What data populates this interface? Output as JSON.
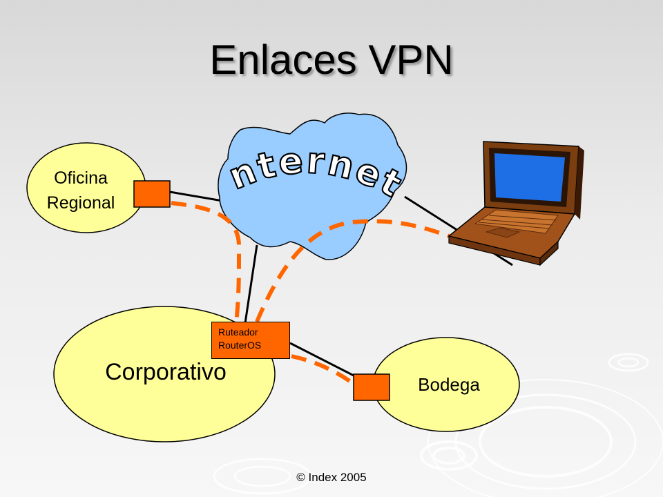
{
  "title": "Enlaces VPN",
  "nodes": {
    "oficina": {
      "line1": "Oficina",
      "line2": "Regional"
    },
    "corporativo": "Corporativo",
    "bodega": "Bodega",
    "internet": "Internet",
    "router": {
      "line1": "Ruteador",
      "line2": "RouterOS"
    }
  },
  "footer": "© Index 2005",
  "colors": {
    "node_fill": "#ffff99",
    "cloud_fill": "#99ccff",
    "router_fill": "#ff6600",
    "vpn_dash": "#ff6600",
    "link_line": "#000000"
  }
}
